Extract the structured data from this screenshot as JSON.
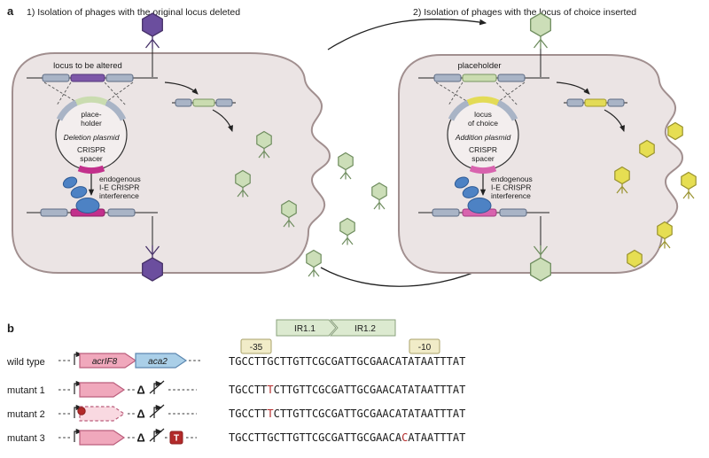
{
  "panel_a": {
    "label": "a",
    "step1_title": "1) Isolation of phages with the original locus deleted",
    "step2_title": "2) Isolation of phages with the locus of choice inserted",
    "cell1": {
      "genome_label": "locus to be altered",
      "plasmid_insert_line1": "place-",
      "plasmid_insert_line2": "holder",
      "plasmid_name": "Deletion plasmid",
      "crispr_line1": "CRISPR",
      "crispr_line2": "spacer",
      "interference_line1": "endogenous",
      "interference_line2": "I-E CRISPR",
      "interference_line3": "interference"
    },
    "cell2": {
      "genome_label": "placeholder",
      "plasmid_insert_line1": "locus",
      "plasmid_insert_line2": "of choice",
      "plasmid_name": "Addition plasmid",
      "crispr_line1": "CRISPR",
      "crispr_line2": "spacer",
      "interference_line1": "endogenous",
      "interference_line2": "I-E CRISPR",
      "interference_line3": "interference"
    }
  },
  "panel_b": {
    "label": "b",
    "ir1_label": "IR1.1",
    "ir2_label": "IR1.2",
    "minus35_label": "-35",
    "minus10_label": "-10",
    "rows": [
      {
        "name": "wild type",
        "gene1": "acrIF8",
        "gene2": "aca2",
        "seq_pre": "TGCCTTGCTTGTTCGCGATTGCGAACATATAATTTAT",
        "seq_highlight": "",
        "seq_post": ""
      },
      {
        "name": "mutant 1",
        "delta": "Δ",
        "seq_pre": "TGCCTT",
        "seq_highlight": "T",
        "seq_post": "CTTGTTCGCGATTGCGAACATATAATTTAT"
      },
      {
        "name": "mutant 2",
        "delta": "Δ",
        "seq_pre": "TGCCTT",
        "seq_highlight": "T",
        "seq_post": "CTTGTTCGCGATTGCGAACATATAATTTAT"
      },
      {
        "name": "mutant 3",
        "delta": "Δ",
        "insertion_label": "T",
        "seq_pre": "TGCCTTGCTTGTTCGCGATTGCGAACA",
        "seq_highlight": "C",
        "seq_post": "ATAATTTAT"
      }
    ]
  },
  "colors": {
    "highlight_red": "#b22a2a",
    "phage_purple": "#6b4e9e",
    "phage_green": "#ccdeb8",
    "phage_yellow": "#e6de52",
    "spacer_magenta": "#c2308c",
    "cascade_blue": "#4d82c4",
    "gene_pink": "#f0a8bc",
    "gene_blue": "#aacfe8"
  }
}
